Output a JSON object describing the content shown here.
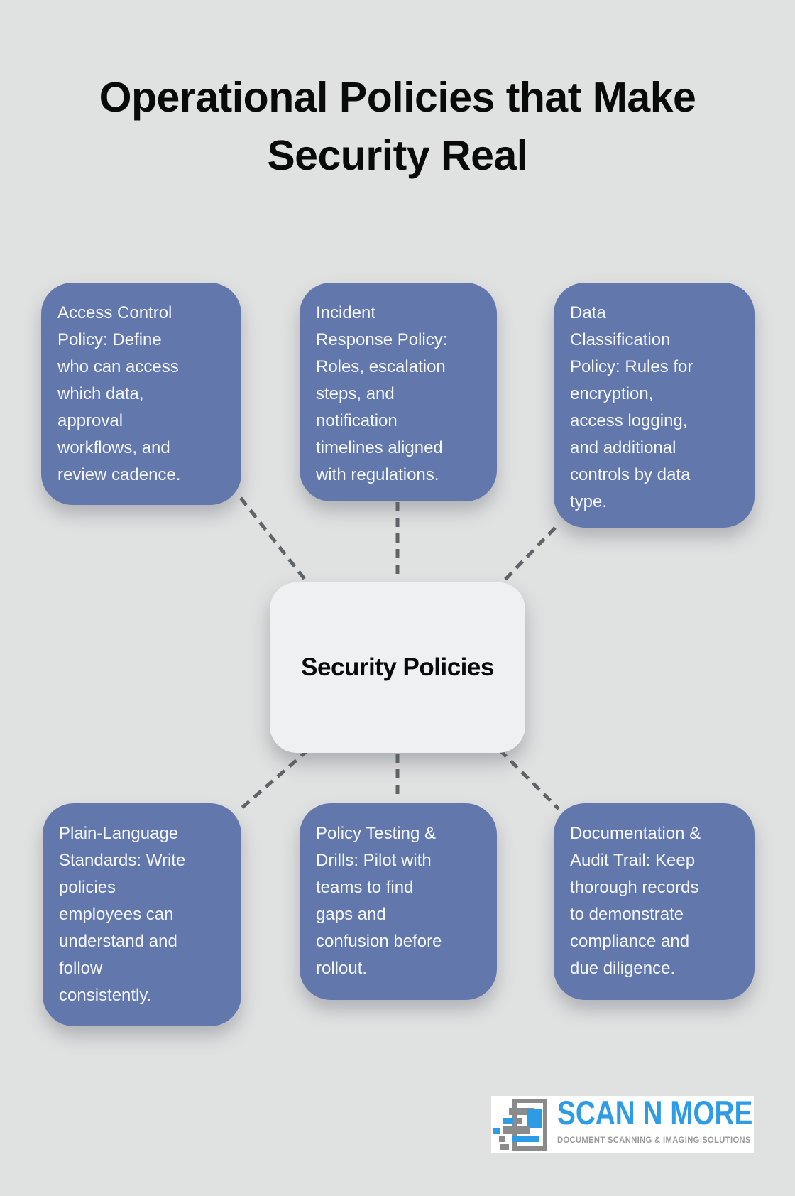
{
  "title": "Operational Policies that Make\nSecurity Real",
  "center_node": {
    "label": "Security Policies"
  },
  "nodes": {
    "access_control": {
      "text": "Access Control\nPolicy: Define\nwho can access\nwhich data,\napproval\nworkflows, and\nreview cadence."
    },
    "incident_response": {
      "text": "Incident\nResponse Policy:\nRoles, escalation\nsteps, and\nnotification\ntimelines aligned\nwith regulations."
    },
    "data_classification": {
      "text": "Data\nClassification\nPolicy: Rules for\nencryption,\naccess logging,\nand additional\ncontrols by data\ntype."
    },
    "plain_language": {
      "text": "Plain-Language\nStandards: Write\npolicies\nemployees can\nunderstand and\nfollow\nconsistently."
    },
    "policy_testing": {
      "text": "Policy Testing &\nDrills: Pilot with\nteams to find\ngaps and\nconfusion before\nrollout."
    },
    "documentation_audit": {
      "text": "Documentation &\nAudit Trail: Keep\nthorough records\nto demonstrate\ncompliance and\ndue diligence."
    }
  },
  "colors": {
    "background": "#e0e1e1",
    "node_fill": "#6278ac",
    "node_text": "#f4f6f9",
    "center_fill": "#eff0f2",
    "connector": "#5f6466",
    "title_text": "#0a0a0a"
  },
  "logo": {
    "brand": "SCAN N MORE",
    "tagline": "DOCUMENT SCANNING & IMAGING SOLUTIONS",
    "brand_color": "#2d9ce4",
    "tagline_color": "#9a9a9a"
  }
}
